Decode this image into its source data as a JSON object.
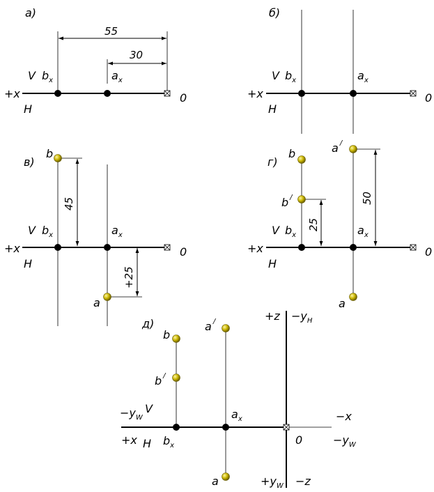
{
  "panels": {
    "a": {
      "letter": "а)",
      "dim_long": "55",
      "dim_short": "30",
      "V": "V",
      "H": "H",
      "plus_x": "+x",
      "origin": "0",
      "bx_main": "b",
      "bx_sub": "x",
      "ax_main": "a",
      "ax_sub": "x"
    },
    "b": {
      "letter": "б)",
      "V": "V",
      "H": "H",
      "plus_x": "+x",
      "origin": "0",
      "bx_main": "b",
      "bx_sub": "x",
      "ax_main": "a",
      "ax_sub": "x"
    },
    "v": {
      "letter": "в)",
      "dim_up": "45",
      "dim_down": "+25",
      "V": "V",
      "H": "H",
      "plus_x": "+x",
      "origin": "0",
      "bx_main": "b",
      "bx_sub": "x",
      "ax_main": "a",
      "ax_sub": "x",
      "point_b": "b",
      "point_a": "a"
    },
    "g": {
      "letter": "г)",
      "dim_left": "25",
      "dim_right": "50",
      "V": "V",
      "H": "H",
      "plus_x": "+x",
      "origin": "0",
      "bx_main": "b",
      "bx_sub": "x",
      "ax_main": "a",
      "ax_sub": "x",
      "point_b": "b",
      "point_b_prime": "b",
      "point_a_prime": "a",
      "point_a": "a",
      "prime": "/"
    },
    "d": {
      "letter": "д)",
      "z_plus": "+z",
      "yh_minus_main": "−y",
      "yh_minus_sub": "H",
      "yw_minus_main": "−y",
      "yw_minus_sub": "W",
      "x_minus": "−x",
      "yw_minus_right_main": "−y",
      "yw_minus_right_sub": "W",
      "yw_plus_main": "+y",
      "yw_plus_sub": "W",
      "z_minus": "−z",
      "V": "V",
      "H": "H",
      "plus_x": "+x",
      "origin": "0",
      "bx_main": "b",
      "bx_sub": "x",
      "ax_main": "a",
      "ax_sub": "x",
      "point_b": "b",
      "point_b_prime": "b",
      "point_a_prime": "a",
      "point_a": "a",
      "prime": "/"
    }
  },
  "colors": {
    "point_fill": "#c8b400",
    "point_stroke": "#6b5f00",
    "black": "#000000"
  }
}
